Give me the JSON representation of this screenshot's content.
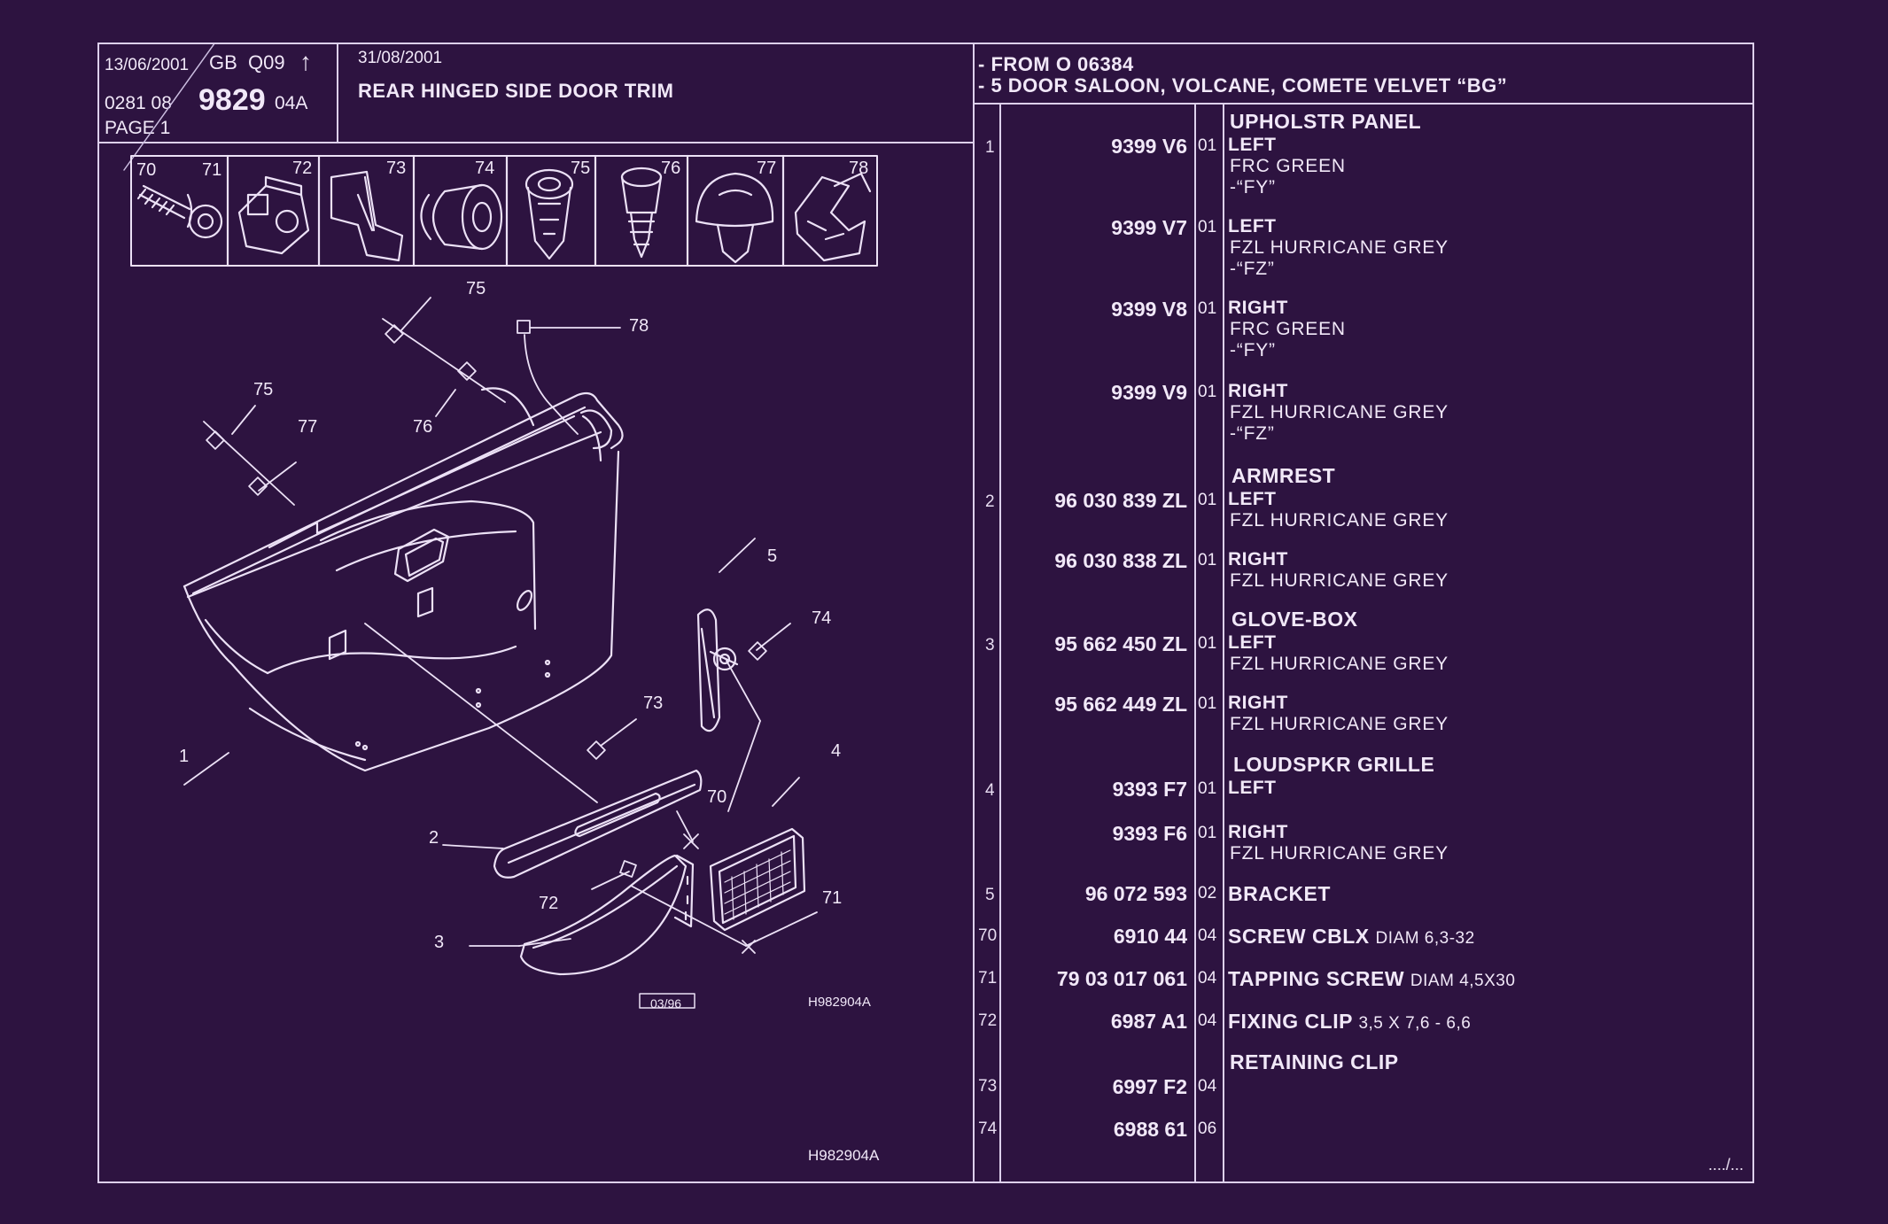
{
  "header": {
    "date1": "13/06/2001",
    "country": "GB",
    "code": "Q09",
    "arrow": "↑",
    "ref_prefix": "0281 08",
    "ref_main": "9829",
    "ref_suffix": "04A",
    "page": "PAGE 1",
    "date2": "31/08/2001",
    "title": "REAR HINGED SIDE DOOR TRIM",
    "applicability_1": "- FROM  O   06384",
    "applicability_2": "- 5 DOOR SALOON, VOLCANE, COMETE VELVET “BG”"
  },
  "small_parts": [
    "70",
    "71",
    "72",
    "73",
    "74",
    "75",
    "76",
    "77",
    "78"
  ],
  "callouts": {
    "c75a": "75",
    "c78": "78",
    "c75b": "75",
    "c77": "77",
    "c76": "76",
    "c5": "5",
    "c74": "74",
    "c1": "1",
    "c73": "73",
    "c4": "4",
    "c70": "70",
    "c2": "2",
    "c72": "72",
    "c71": "71",
    "c3": "3"
  },
  "drawing": {
    "date_box": "03/96",
    "drawing_no_1": "H982904A",
    "drawing_no_2": "H982904A"
  },
  "parts": {
    "r1": {
      "idx": "1",
      "title": "UPHOLSTR PANEL"
    },
    "r1a": {
      "ref": "9399 V6",
      "qty": "01",
      "side": "LEFT",
      "trim": "FRC GREEN",
      "code": "-“FY”"
    },
    "r1b": {
      "ref": "9399 V7",
      "qty": "01",
      "side": "LEFT",
      "trim": "FZL HURRICANE GREY",
      "code": "-“FZ”"
    },
    "r1c": {
      "ref": "9399 V8",
      "qty": "01",
      "side": "RIGHT",
      "trim": "FRC GREEN",
      "code": "-“FY”"
    },
    "r1d": {
      "ref": "9399 V9",
      "qty": "01",
      "side": "RIGHT",
      "trim": "FZL HURRICANE GREY",
      "code": "-“FZ”"
    },
    "r2": {
      "idx": "2",
      "title": "ARMREST"
    },
    "r2a": {
      "ref": "96 030 839 ZL",
      "qty": "01",
      "side": "LEFT",
      "trim": "FZL HURRICANE GREY"
    },
    "r2b": {
      "ref": "96 030 838 ZL",
      "qty": "01",
      "side": "RIGHT",
      "trim": "FZL HURRICANE GREY"
    },
    "r3": {
      "idx": "3",
      "title": "GLOVE-BOX"
    },
    "r3a": {
      "ref": "95 662 450 ZL",
      "qty": "01",
      "side": "LEFT",
      "trim": "FZL HURRICANE GREY"
    },
    "r3b": {
      "ref": "95 662 449 ZL",
      "qty": "01",
      "side": "RIGHT",
      "trim": "FZL HURRICANE GREY"
    },
    "r4": {
      "idx": "4",
      "title": "LOUDSPKR GRILLE"
    },
    "r4a": {
      "ref": "9393 F7",
      "qty": "01",
      "side": "LEFT"
    },
    "r4b": {
      "ref": "9393 F6",
      "qty": "01",
      "side": "RIGHT",
      "trim": "FZL HURRICANE GREY"
    },
    "r5": {
      "idx": "5",
      "ref": "96 072 593",
      "qty": "02",
      "title": "BRACKET"
    },
    "r70": {
      "idx": "70",
      "ref": "6910 44",
      "qty": "04",
      "title": "SCREW CBLX",
      "note": "DIAM 6,3-32"
    },
    "r71": {
      "idx": "71",
      "ref": "79 03 017 061",
      "qty": "04",
      "title": "TAPPING SCREW",
      "note": "DIAM 4,5X30"
    },
    "r72": {
      "idx": "72",
      "ref": "6987 A1",
      "qty": "04",
      "title": "FIXING CLIP",
      "note": "3,5 X 7,6 - 6,6"
    },
    "r73": {
      "idx": "73",
      "ref": "6997 F2",
      "qty": "04",
      "title": "RETAINING CLIP"
    },
    "r74": {
      "idx": "74",
      "ref": "6988 61",
      "qty": "06"
    }
  },
  "footer": {
    "continued": "..../..."
  }
}
